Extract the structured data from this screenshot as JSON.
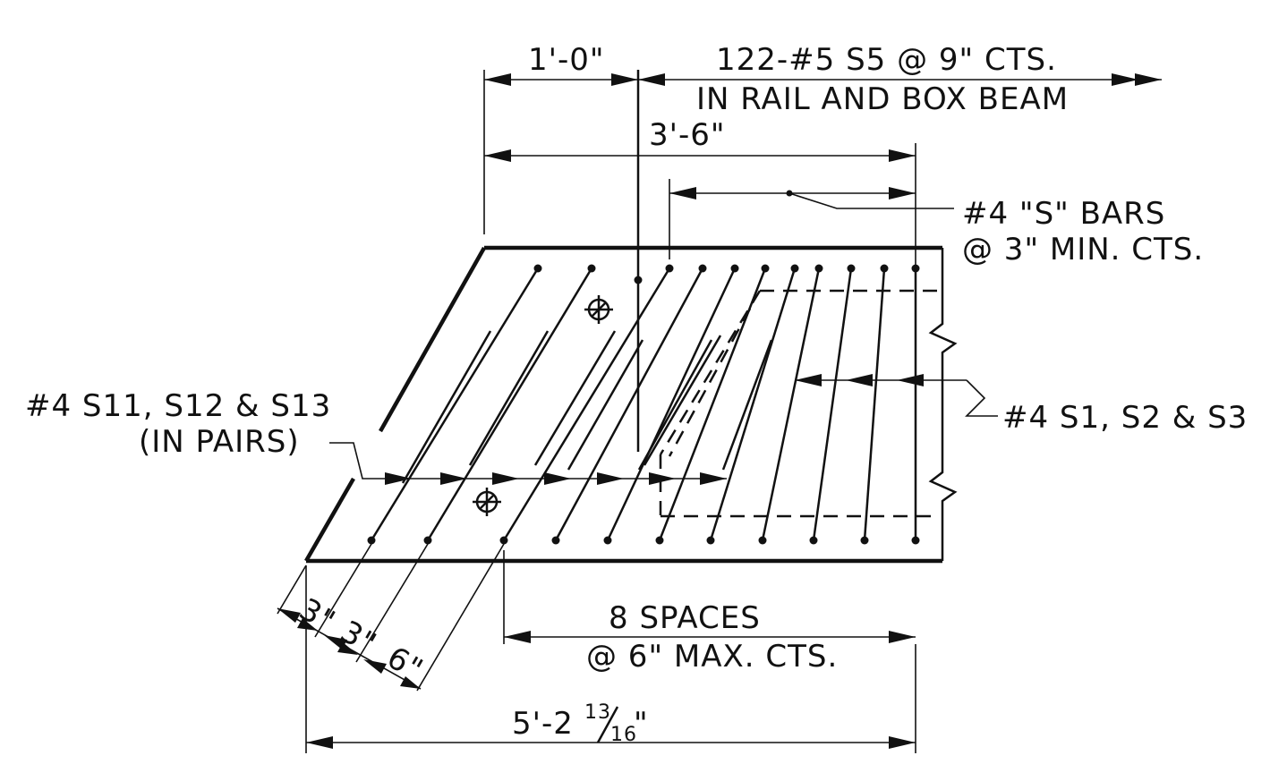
{
  "labels": {
    "dim_top_left": "1'-0\"",
    "dim_top_right_1": "122-#5 S5 @ 9\" CTS.",
    "dim_top_right_2": "IN RAIL AND BOX BEAM",
    "dim_3_6": "3'-6\"",
    "s_bars_1": "#4 \"S\" BARS",
    "s_bars_2": "@ 3\" MIN. CTS.",
    "s11_1": "#4 S11, S12 & S13",
    "s11_2": "(IN PAIRS)",
    "s1": "#4 S1, S2 & S3",
    "spaces_1": "8 SPACES",
    "spaces_2": "@ 6\" MAX. CTS.",
    "dim_3a": "3\"",
    "dim_3b": "3\"",
    "dim_6": "6\"",
    "dim_total_main": "5'-2",
    "dim_total_sup": "13",
    "dim_total_sub": "16",
    "dim_total_end": "\""
  },
  "colors": {
    "ink": "#111111",
    "paper": "#ffffff"
  }
}
